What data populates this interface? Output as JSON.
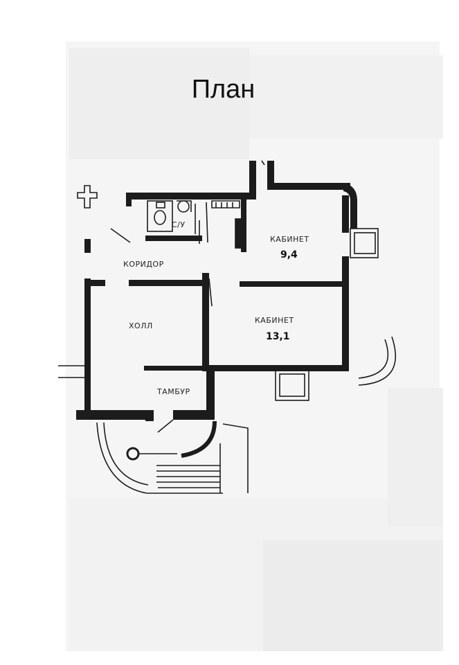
{
  "title": "План",
  "rooms": [
    {
      "id": "office-1",
      "name": "КАБИНЕТ",
      "area": "9,4"
    },
    {
      "id": "office-2",
      "name": "КАБИНЕТ",
      "area": "13,1"
    },
    {
      "id": "hall",
      "name": "ХОЛЛ"
    },
    {
      "id": "corridor",
      "name": "КОРИДОР"
    },
    {
      "id": "bathroom",
      "name": "С/У"
    },
    {
      "id": "vestibule",
      "name": "ТАМБУР"
    }
  ],
  "colors": {
    "wall": "#1c1c1c",
    "light": "#555555",
    "scan_shade": "#e9e9e9"
  }
}
